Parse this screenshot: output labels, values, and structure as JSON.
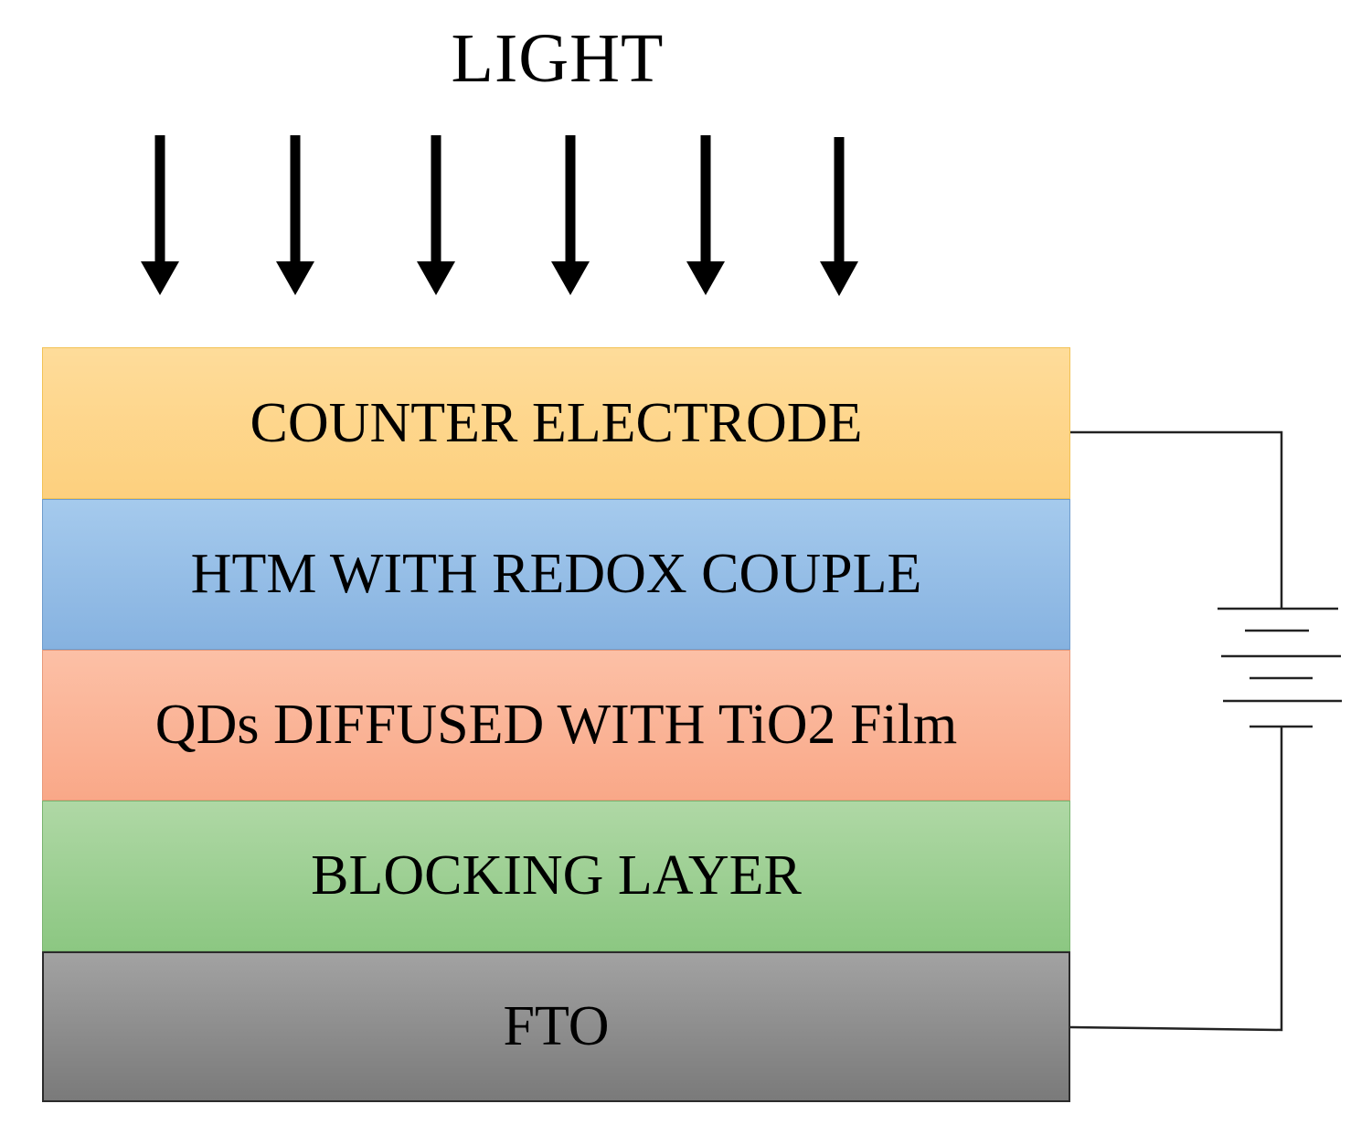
{
  "light_label": "LIGHT",
  "layers": [
    {
      "label": "COUNTER ELECTRODE",
      "color_top": "#fedc9a",
      "color_bottom": "#fdd07e",
      "border": "#f2c255"
    },
    {
      "label": "HTM WITH REDOX COUPLE",
      "color_top": "#a5caed",
      "color_bottom": "#86b2e0",
      "border": "#6f9ccc"
    },
    {
      "label": "QDs DIFFUSED WITH TiO2 Film",
      "color_top": "#fcc0a6",
      "color_bottom": "#f9a888",
      "border": "#e89a7a"
    },
    {
      "label": "BLOCKING LAYER",
      "color_top": "#afd8a5",
      "color_bottom": "#8cc782",
      "border": "#79b46f"
    },
    {
      "label": "FTO",
      "color_top": "#a2a2a2",
      "color_bottom": "#7a7a7a",
      "border": "#2b2b2b"
    }
  ],
  "arrow_color": "#000000",
  "wire_color": "#222222"
}
